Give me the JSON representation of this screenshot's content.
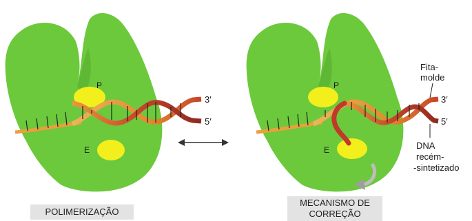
{
  "panels": [
    {
      "site_p": "P",
      "site_e": "E",
      "strand_3": "3′",
      "strand_5": "5′",
      "caption": "POLIMERIZAÇÃO"
    },
    {
      "site_p": "P",
      "site_e": "E",
      "strand_3": "3′",
      "strand_5": "5′",
      "template_label_line1": "Fita-",
      "template_label_line2": "molde",
      "new_dna_line1": "DNA",
      "new_dna_line2": "recém-",
      "new_dna_line3": "-sintetizado",
      "caption_line1": "MECANISMO DE",
      "caption_line2": "CORREÇÃO"
    }
  ],
  "colors": {
    "enzyme": "#6cc93b",
    "site": "#f2ef1c",
    "strand_orange": "#e9a13c",
    "strand_red": "#c0392b",
    "arrow": "#333333"
  }
}
